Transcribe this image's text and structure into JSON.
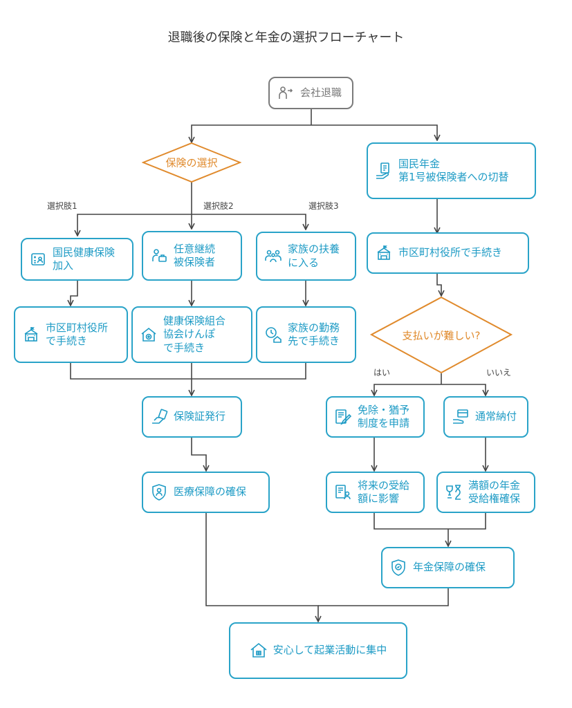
{
  "title": "退職後の保険と年金の選択フローチャート",
  "colors": {
    "accent": "#29a3c8",
    "decision": "#e08a2c",
    "start": "#7a7a7a",
    "line": "#444444"
  },
  "nodes": {
    "start": "会社退職",
    "insurance_decision": "保険の選択",
    "option1_label": "選択肢1",
    "option2_label": "選択肢2",
    "option3_label": "選択肢3",
    "national_health": "国民健康保険\n加入",
    "continued_insured": "任意継続\n被保険者",
    "family_dependent": "家族の扶養\nに入る",
    "city_office_1": "市区町村役所\nで手続き",
    "health_union": "健康保険組合\n協会けんぽ\nで手続き",
    "family_employer": "家族の勤務\n先で手続き",
    "card_issue": "保険証発行",
    "medical_secure": "医療保障の確保",
    "pension_switch": "国民年金\n第1号被保険者への切替",
    "city_office_2": "市区町村役所で手続き",
    "payment_decision": "支払いが難しい?",
    "yes_label": "はい",
    "no_label": "いいえ",
    "exemption": "免除・猶予\n制度を申請",
    "normal_payment": "通常納付",
    "future_impact": "将来の受給\n額に影響",
    "full_pension": "満額の年金\n受給権確保",
    "pension_secure": "年金保障の確保",
    "final": "安心して起業活動に集中"
  },
  "icons": {
    "start": "person-transition-icon",
    "national_health": "id-card-icon",
    "continued_insured": "person-briefcase-icon",
    "family_dependent": "family-icon",
    "city_office_1": "city-hall-icon",
    "health_union": "hospital-icon",
    "family_employer": "clock-house-icon",
    "card_issue": "card-hand-icon",
    "medical_secure": "shield-person-icon",
    "pension_switch": "hand-document-icon",
    "city_office_2": "city-hall-icon",
    "exemption": "form-pen-icon",
    "normal_payment": "payment-hand-icon",
    "future_impact": "checklist-person-icon",
    "full_pension": "trophy-hourglass-icon",
    "pension_secure": "shield-badge-icon",
    "final": "home-icon"
  }
}
